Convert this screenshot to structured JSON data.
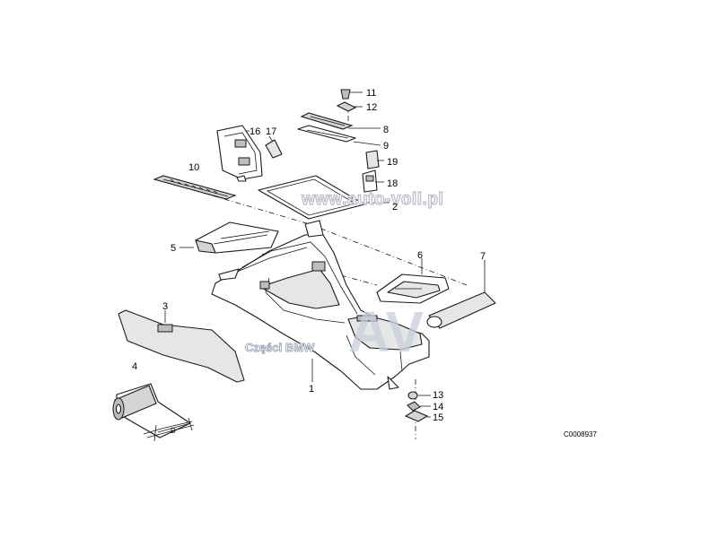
{
  "diagram": {
    "callouts": {
      "c1": "1",
      "c2": "2",
      "c3": "3",
      "c4": "4",
      "c5": "5",
      "c6": "6",
      "c7": "7",
      "c8": "8",
      "c9": "9",
      "c10": "10",
      "c11": "11",
      "c12": "12",
      "c13": "13",
      "c14": "14",
      "c15": "15",
      "c16": "16",
      "c17": "17",
      "c18": "18",
      "c19": "19"
    },
    "dimension_label": "D",
    "drawing_code": "C0008937"
  },
  "watermark": {
    "site": "www.auto-voll.pl",
    "brand": "Części BMW",
    "logo": "AV"
  }
}
